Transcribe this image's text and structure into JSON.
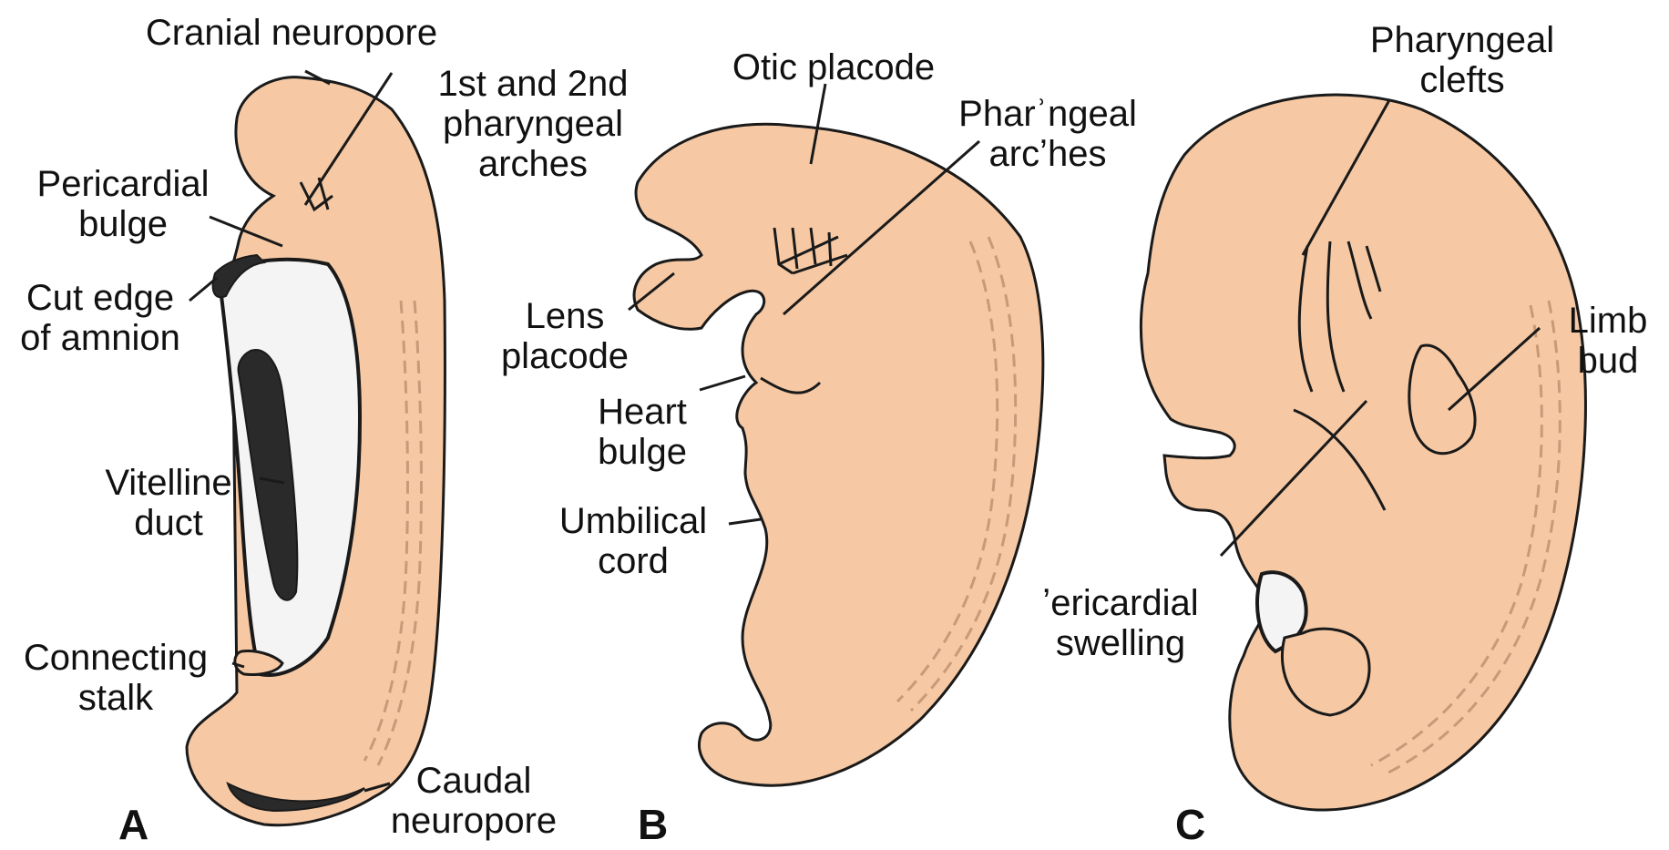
{
  "colors": {
    "skin": "#f6c9a4",
    "line": "#1a1a1a",
    "membrane": "#f4f4f4",
    "duct": "#2a2a2a"
  },
  "panels": {
    "a": "A",
    "b": "B",
    "c": "C"
  },
  "labels_a": {
    "cranial_neuropore": "Cranial neuropore",
    "pharyngeal_arches_1": "1st and 2nd",
    "pharyngeal_arches_2": "pharyngeal",
    "pharyngeal_arches_3": "arches",
    "pericardial_bulge_1": "Pericardial",
    "pericardial_bulge_2": "bulge",
    "cut_edge_1": "Cut edge",
    "cut_edge_2": "of amnion",
    "vitelline_1": "Vitelline",
    "vitelline_2": "duct",
    "connecting_1": "Connecting",
    "connecting_2": "stalk",
    "caudal_1": "Caudal",
    "caudal_2": "neuropore"
  },
  "labels_b": {
    "otic_placode": "Otic placode",
    "pharyngeal_arches_1": "Pharʾngeal",
    "pharyngeal_arches_2": "arcʼhes",
    "lens_1": "Lens",
    "lens_2": "placode",
    "heart_1": "Heart",
    "heart_2": "bulge",
    "umbilical_1": "Umbilical",
    "umbilical_2": "cord"
  },
  "labels_c": {
    "pharyngeal_clefts_1": "Pharyngeal",
    "pharyngeal_clefts_2": "clefts",
    "limb_1": "Limb",
    "limb_2": "bud",
    "pericardial_1": "ʼericardial",
    "pericardial_2": "swelling"
  }
}
